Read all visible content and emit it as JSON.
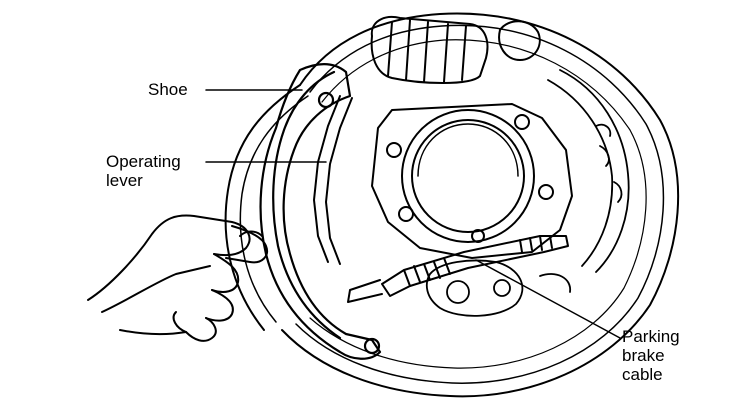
{
  "labels": {
    "shoe": "Shoe",
    "operating_lever": [
      "Operating",
      "lever"
    ],
    "parking_brake_cable": [
      "Parking",
      "brake",
      "cable"
    ]
  },
  "colors": {
    "ink": "#000000",
    "background": "#ffffff"
  }
}
